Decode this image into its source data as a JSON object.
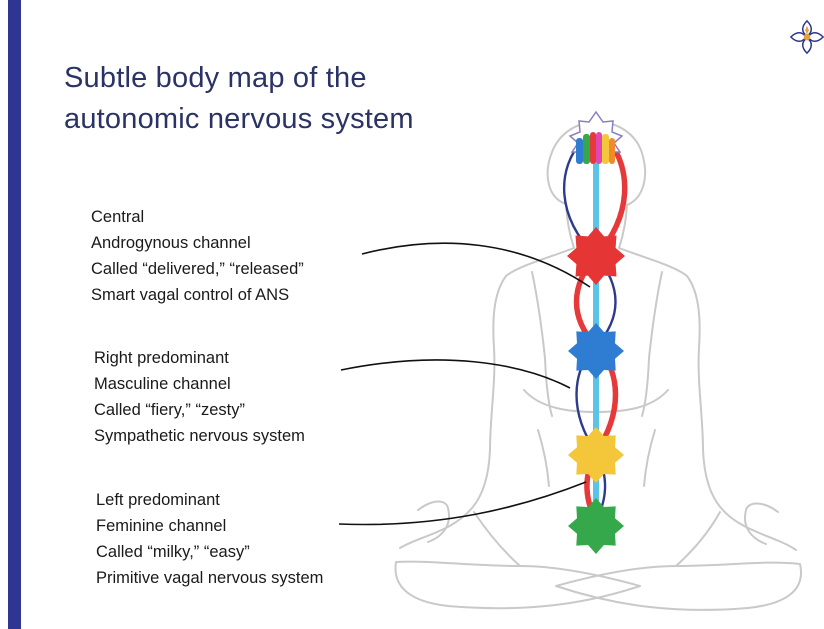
{
  "slide": {
    "title_lines": [
      "Subtle body map of the",
      "autonomic nervous system"
    ]
  },
  "labels": {
    "central": [
      "Central",
      "Androgynous channel",
      "Called “delivered,” “released”",
      "Smart vagal control of ANS"
    ],
    "right": [
      "Right predominant",
      "Masculine channel",
      "Called “fiery,” “zesty”",
      "Sympathetic nervous system"
    ],
    "left": [
      "Left predominant",
      "Feminine channel",
      "Called  “milky,” “easy”",
      "Primitive vagal nervous system"
    ]
  },
  "colors": {
    "accent_bar": "#2f3691",
    "title_text": "#2a3266",
    "central_channel": "#5bc3e6",
    "right_channel": "#e63a3a",
    "left_channel": "#2e3a8c",
    "chakra_red": "#e53535",
    "chakra_blue": "#2f7cd3",
    "chakra_yellow": "#f4c63a",
    "chakra_green": "#34a84a",
    "body_outline": "#c8c8c8"
  },
  "icons": {
    "logo": "lotus-logo-icon",
    "crown": "crown-chakra-icon"
  }
}
